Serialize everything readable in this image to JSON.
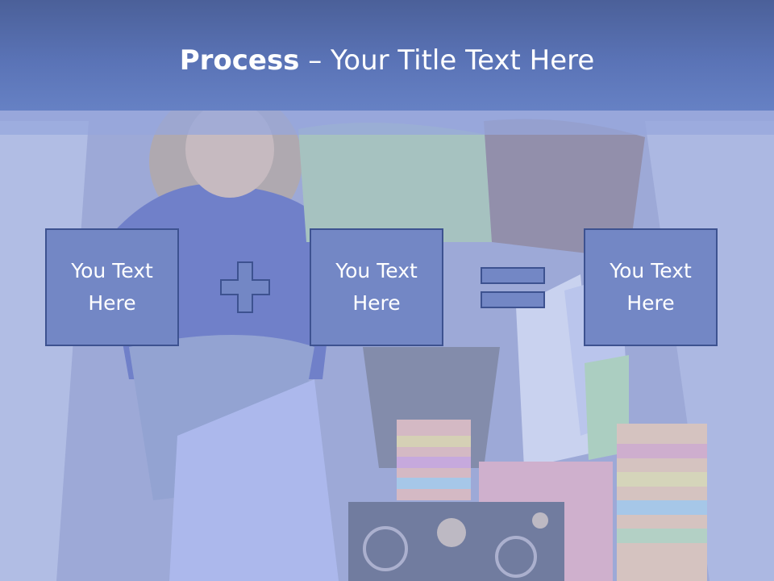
{
  "slide": {
    "title_bold": "Process",
    "title_rest": " – Your Title Text Here"
  },
  "process": {
    "boxes": [
      {
        "label": "You Text Here"
      },
      {
        "label": "You Text Here"
      },
      {
        "label": "You Text Here"
      }
    ],
    "operators": [
      "plus-icon",
      "equals-icon"
    ]
  },
  "colors": {
    "title_bar": "#5a73b6",
    "box_fill": "#7387c5",
    "box_border": "#3d5290",
    "title_text": "#ffffff"
  }
}
